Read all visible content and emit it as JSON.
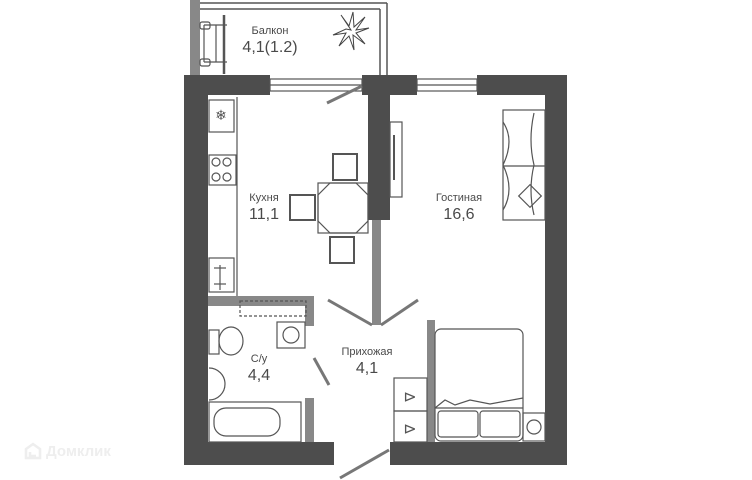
{
  "floor_plan": {
    "colors": {
      "wall": "#4d4d4d",
      "partition": "#888888",
      "line": "#444444",
      "text": "#4a4a4a",
      "background": "#ffffff"
    },
    "rooms": [
      {
        "id": "balcony",
        "name": "Балкон",
        "area": "4,1(1.2)"
      },
      {
        "id": "kitchen",
        "name": "Кухня",
        "area": "11,1"
      },
      {
        "id": "living",
        "name": "Гостиная",
        "area": "16,6"
      },
      {
        "id": "bathroom",
        "name": "С/у",
        "area": "4,4"
      },
      {
        "id": "hallway",
        "name": "Прихожая",
        "area": "4,1"
      }
    ]
  },
  "watermark": {
    "text": "Домклик",
    "icon": "domclick-logo-icon"
  }
}
